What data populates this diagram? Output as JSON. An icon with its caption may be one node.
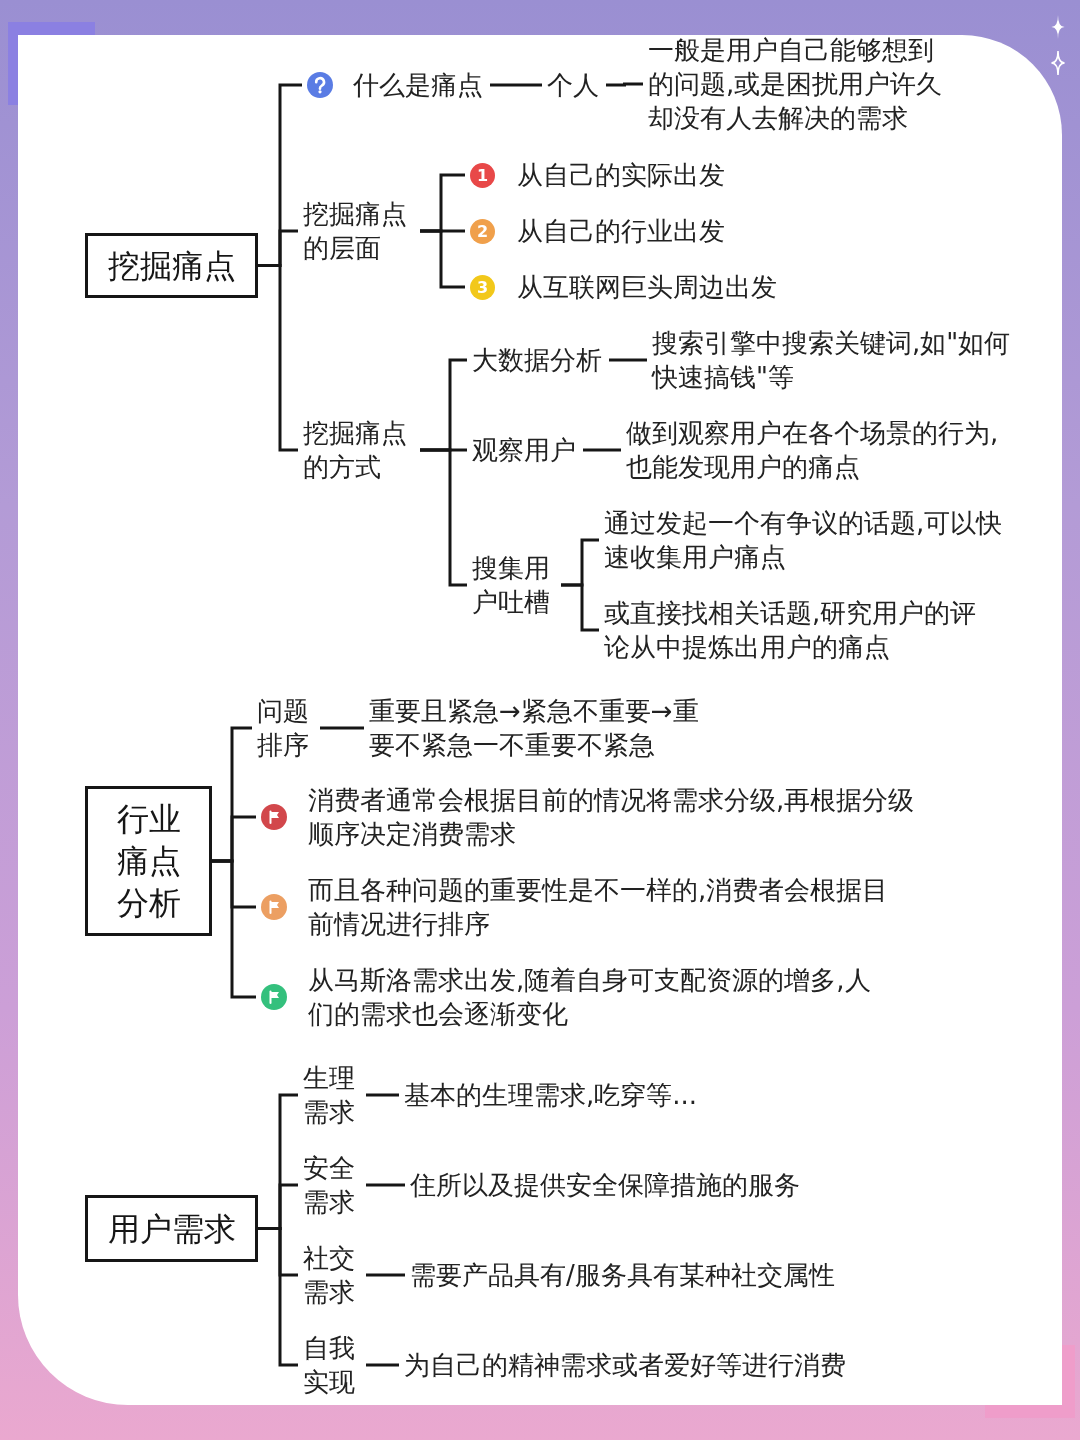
{
  "diagram": {
    "nodes": [
      {
        "text": [
          "挖掘痛点"
        ]
      },
      {
        "text": [
          "什么是痛点"
        ]
      },
      {
        "text": [
          "个人"
        ]
      },
      {
        "text": [
          "一般是用户自己能够想到的问题,或是困扰用户许久却没有人去解决的需求"
        ]
      },
      {
        "text": [
          "挖掘痛点的层面"
        ]
      },
      {
        "text": [
          "1",
          "从自己的实际出发"
        ]
      },
      {
        "text": [
          "2",
          "从自己的行业出发"
        ]
      },
      {
        "text": [
          "3",
          "从互联网巨头周边出发"
        ]
      },
      {
        "text": [
          "挖掘痛点的方式"
        ]
      },
      {
        "text": [
          "大数据分析"
        ]
      },
      {
        "text": [
          "搜索引擎中搜索关键词,如\"如何快速搞钱\"等"
        ]
      },
      {
        "text": [
          "观察用户"
        ]
      },
      {
        "text": [
          "做到观察用户在各个场景的行为,也能发现用户的痛点"
        ]
      },
      {
        "text": [
          "搜集用户吐槽"
        ]
      },
      {
        "text": [
          "通过发起一个有争议的话题,可以快速收集用户痛点"
        ]
      },
      {
        "text": [
          "或直接找相关话题,研究用户的评论从中提炼出用户的痛点"
        ]
      },
      {
        "text": [
          "行业痛点分析"
        ]
      },
      {
        "text": [
          "问题排序"
        ]
      },
      {
        "text": [
          "重要且紧急→紧急不重要→重要不紧急一不重要不紧急"
        ]
      },
      {
        "text": [
          "消费者通常会根据目前的情况将需求分级,再根据分级顺序决定消费需求"
        ]
      },
      {
        "text": [
          "而且各种问题的重要性是不一样的,消费者会根据目前情况进行排序"
        ]
      },
      {
        "text": [
          "从马斯洛需求出发,随着自身可支配资源的增多,人们的需求也会逐渐变化"
        ]
      },
      {
        "text": [
          "用户需求"
        ]
      },
      {
        "text": [
          "生理需求"
        ]
      },
      {
        "text": [
          "基本的生理需求,吃穿等..."
        ]
      },
      {
        "text": [
          "安全需求"
        ]
      },
      {
        "text": [
          "住所以及提供安全保障措施的服务"
        ]
      },
      {
        "text": [
          "社交需求"
        ]
      },
      {
        "text": [
          "需要产品具有/服务具有某种社交属性"
        ]
      },
      {
        "text": [
          "自我实现"
        ]
      },
      {
        "text": [
          "为自己的精神需求或者爱好等进行消费"
        ]
      }
    ],
    "edges": [
      {
        "from": 0,
        "to": 1,
        "arrow": "none"
      },
      {
        "from": 1,
        "to": 2,
        "arrow": "none"
      },
      {
        "from": 2,
        "to": 3,
        "arrow": "none"
      },
      {
        "from": 0,
        "to": 4,
        "arrow": "none"
      },
      {
        "from": 4,
        "to": 5,
        "arrow": "none"
      },
      {
        "from": 4,
        "to": 6,
        "arrow": "none"
      },
      {
        "from": 4,
        "to": 7,
        "arrow": "none"
      },
      {
        "from": 0,
        "to": 8,
        "arrow": "none"
      },
      {
        "from": 8,
        "to": 9,
        "arrow": "none"
      },
      {
        "from": 9,
        "to": 10,
        "arrow": "none"
      },
      {
        "from": 8,
        "to": 11,
        "arrow": "none"
      },
      {
        "from": 11,
        "to": 12,
        "arrow": "none"
      },
      {
        "from": 8,
        "to": 13,
        "arrow": "none"
      },
      {
        "from": 13,
        "to": 14,
        "arrow": "none"
      },
      {
        "from": 13,
        "to": 15,
        "arrow": "none"
      },
      {
        "from": 16,
        "to": 17,
        "arrow": "none"
      },
      {
        "from": 17,
        "to": 18,
        "arrow": "none"
      },
      {
        "from": 16,
        "to": 19,
        "arrow": "none"
      },
      {
        "from": 16,
        "to": 20,
        "arrow": "none"
      },
      {
        "from": 16,
        "to": 21,
        "arrow": "none"
      },
      {
        "from": 22,
        "to": 23,
        "arrow": "none"
      },
      {
        "from": 23,
        "to": 24,
        "arrow": "none"
      },
      {
        "from": 22,
        "to": 25,
        "arrow": "none"
      },
      {
        "from": 25,
        "to": 26,
        "arrow": "none"
      },
      {
        "from": 22,
        "to": 27,
        "arrow": "none"
      },
      {
        "from": 27,
        "to": 28,
        "arrow": "none"
      },
      {
        "from": 22,
        "to": 29,
        "arrow": "none"
      },
      {
        "from": 29,
        "to": 30,
        "arrow": "none"
      }
    ]
  }
}
